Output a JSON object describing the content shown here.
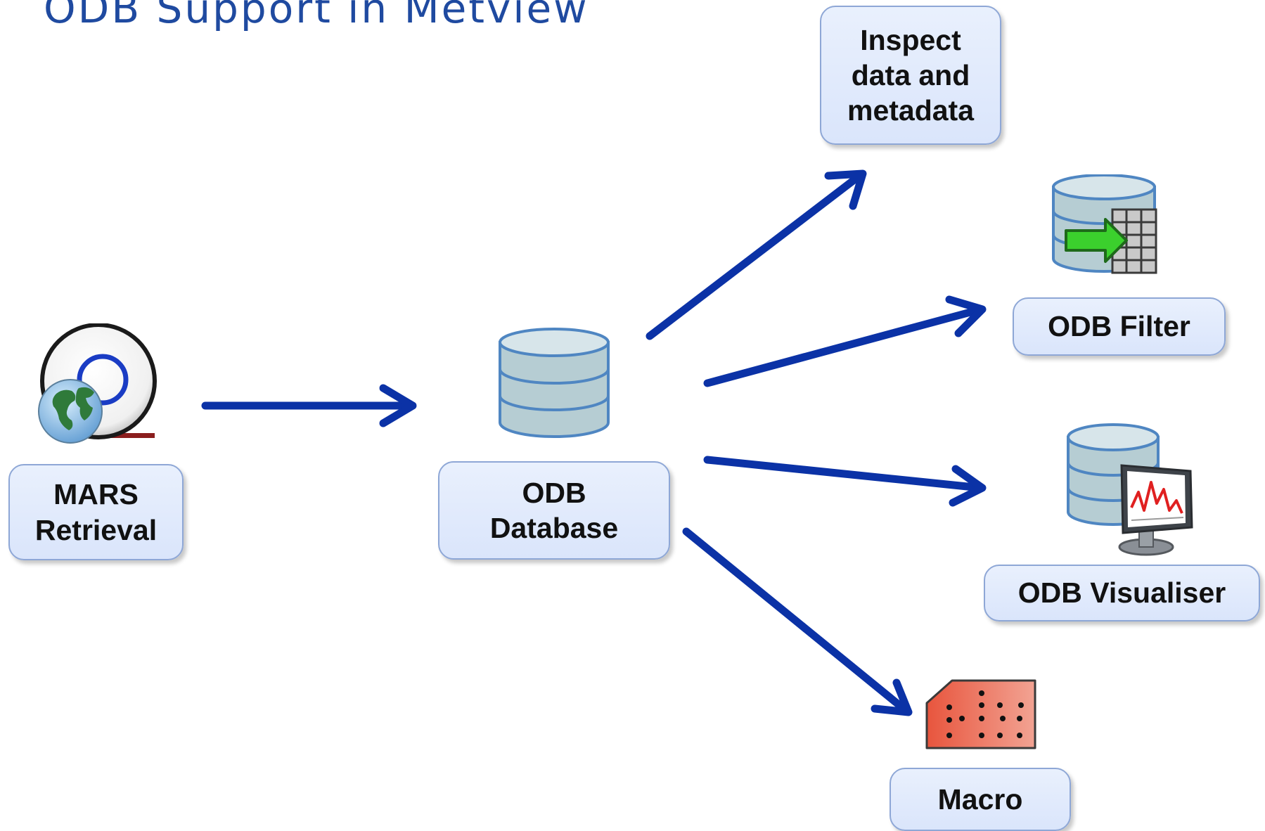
{
  "title": "ODB Support in Metview",
  "nodes": {
    "mars": {
      "line1": "MARS",
      "line2": "Retrieval",
      "icon": "mars-retrieval-icon"
    },
    "odb_db": {
      "line1": "ODB",
      "line2": "Database",
      "icon": "database-icon"
    },
    "inspect": {
      "line1": "Inspect",
      "line2": "data and",
      "line3": "metadata"
    },
    "filter": {
      "label": "ODB Filter",
      "icon": "odb-filter-icon"
    },
    "visualiser": {
      "label": "ODB Visualiser",
      "icon": "odb-visualiser-icon"
    },
    "macro": {
      "label": "Macro",
      "icon": "macro-icon"
    }
  },
  "colors": {
    "title": "#1f4aa0",
    "arrow": "#0b32a6",
    "box_fill": "#e2eafc",
    "box_border": "#8ea7d6",
    "db_body": "#b7cdd3",
    "db_stroke": "#4f86c2"
  },
  "edges": [
    {
      "from": "mars",
      "to": "odb_db"
    },
    {
      "from": "odb_db",
      "to": "inspect"
    },
    {
      "from": "odb_db",
      "to": "filter"
    },
    {
      "from": "odb_db",
      "to": "visualiser"
    },
    {
      "from": "odb_db",
      "to": "macro"
    }
  ]
}
